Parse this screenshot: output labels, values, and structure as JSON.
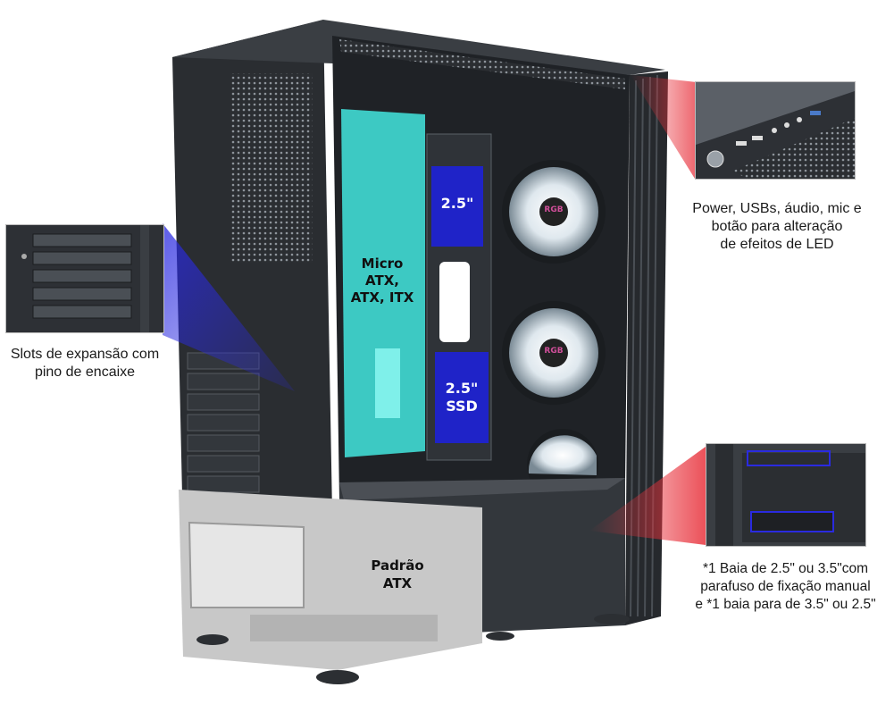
{
  "callouts": {
    "front_io": [
      "Power, USBs, áudio, mic e",
      "botão para alteração",
      "de efeitos de LED"
    ],
    "expansion_slots": [
      "Slots de expansão com",
      "pino de encaixe"
    ],
    "drive_bays": [
      "*1 Baia de 2.5\" ou 3.5\"com",
      "parafuso de fixação manual",
      "e *1 baia para de 3.5\" ou 2.5\""
    ]
  },
  "tags": {
    "motherboard": [
      "Micro",
      "ATX,",
      "ATX, ITX"
    ],
    "bay_top": "2.5\"",
    "bay_bottom": [
      "2.5\"",
      "SSD"
    ],
    "psu": [
      "Padrão",
      "ATX"
    ],
    "fan_logo": "RGB"
  },
  "colors": {
    "case_body": "#2a2d31",
    "motherboard_highlight": "#40d8d0",
    "bay_highlight": "#1f23c8",
    "psu_highlight": "#c8c8c8",
    "callout_pointer_red": "#e8323c",
    "callout_pointer_blue": "#2a2ae0"
  }
}
